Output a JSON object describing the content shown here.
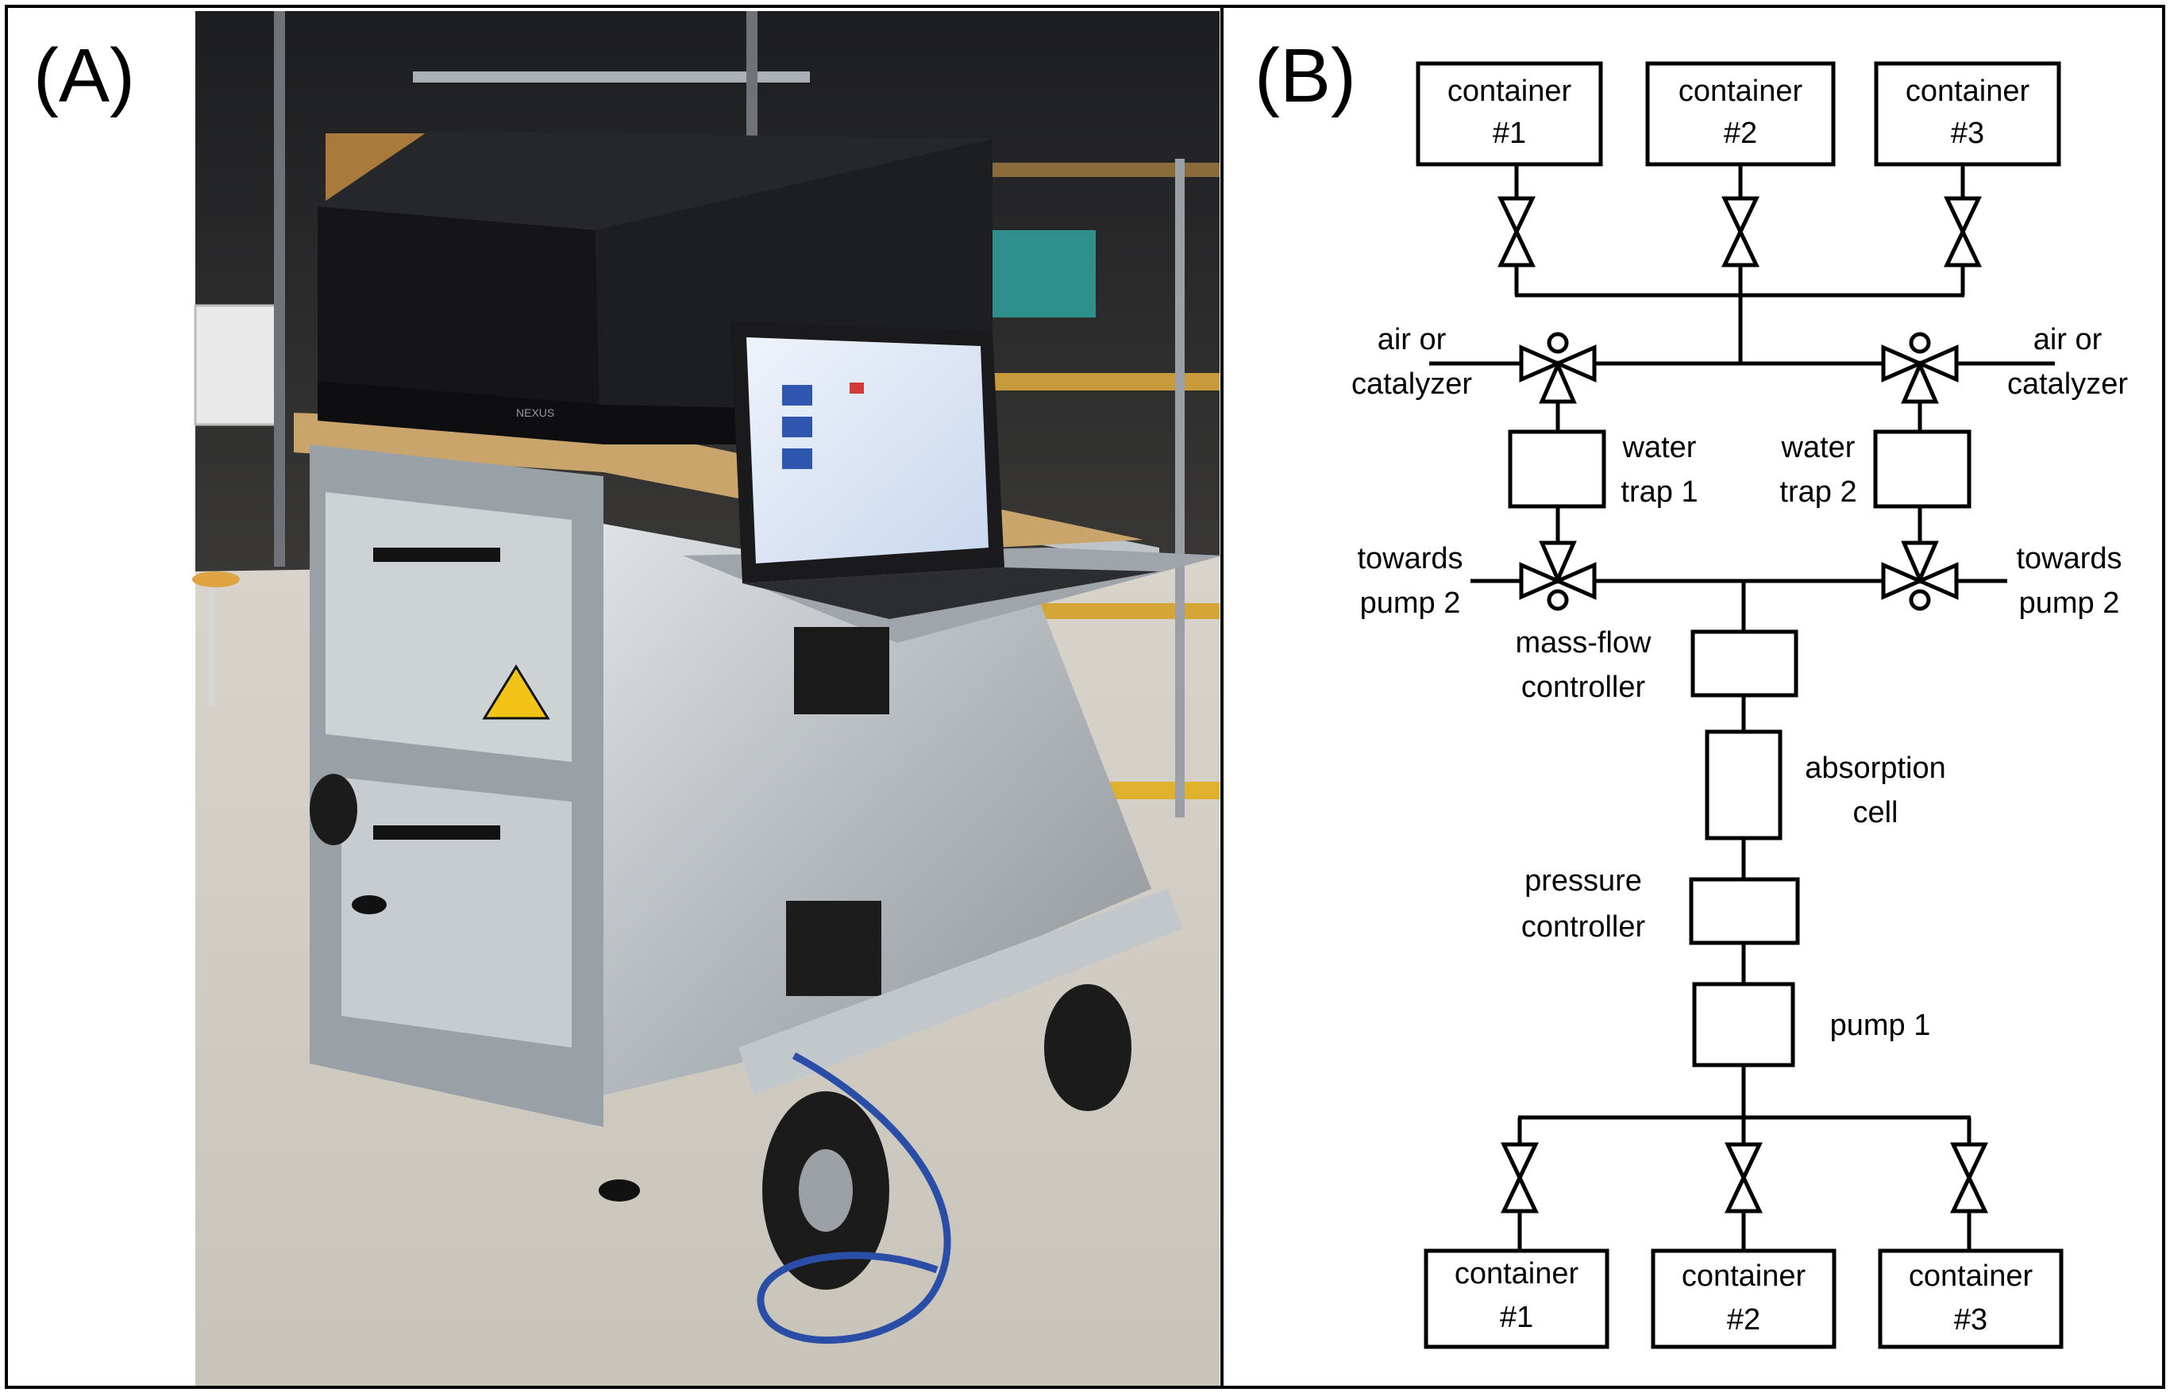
{
  "panel_a": {
    "label": "(A)"
  },
  "panel_b": {
    "label": "(B)",
    "top_containers": [
      {
        "line1": "container",
        "line2": "#1"
      },
      {
        "line1": "container",
        "line2": "#2"
      },
      {
        "line1": "container",
        "line2": "#3"
      }
    ],
    "bottom_containers": [
      {
        "line1": "container",
        "line2": "#1"
      },
      {
        "line1": "container",
        "line2": "#2"
      },
      {
        "line1": "container",
        "line2": "#3"
      }
    ],
    "inlet_left": {
      "line1": "air or",
      "line2": "catalyzer"
    },
    "inlet_right": {
      "line1": "air or",
      "line2": "catalyzer"
    },
    "water_trap_1": {
      "line1": "water",
      "line2": "trap 1"
    },
    "water_trap_2": {
      "line1": "water",
      "line2": "trap 2"
    },
    "pump2_left": {
      "line1": "towards",
      "line2": "pump 2"
    },
    "pump2_right": {
      "line1": "towards",
      "line2": "pump 2"
    },
    "mass_flow": {
      "line1": "mass-flow",
      "line2": "controller"
    },
    "absorption": {
      "line1": "absorption",
      "line2": "cell"
    },
    "pressure": {
      "line1": "pressure",
      "line2": "controller"
    },
    "pump1": {
      "line1": "pump 1"
    }
  }
}
